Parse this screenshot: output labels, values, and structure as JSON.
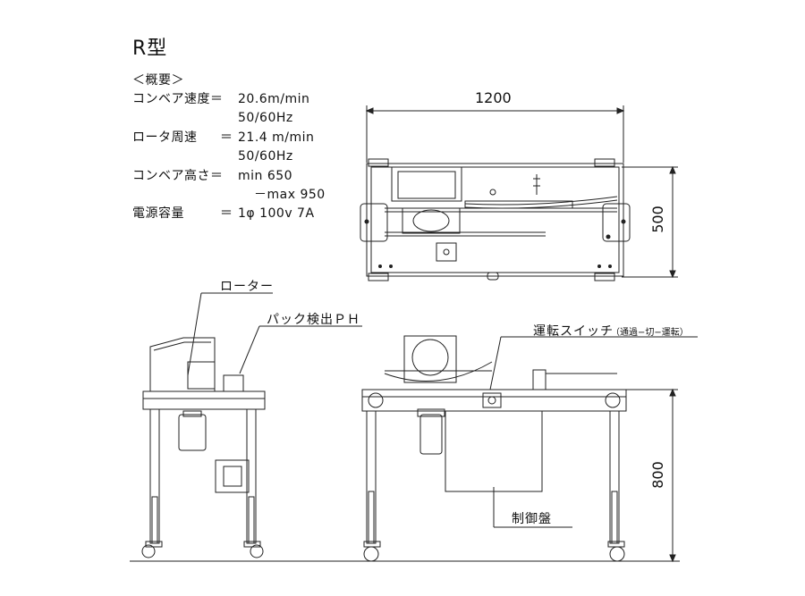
{
  "title": "R型",
  "specs": {
    "heading": "＜概要＞",
    "conveyor_speed_label": "コンベア速度＝",
    "conveyor_speed_value": "20.6m/min",
    "conveyor_speed_freq": "50/60Hz",
    "rotor_speed_label": "ロータ周速",
    "rotor_speed_eq": "＝",
    "rotor_speed_value": "21.4 m/min",
    "rotor_speed_freq": "50/60Hz",
    "conveyor_height_label": "コンベア高さ＝",
    "conveyor_height_min": "min 650",
    "conveyor_height_max": "－max 950",
    "power_label": "電源容量",
    "power_eq": "＝",
    "power_value": "1φ 100v 7A"
  },
  "dimensions": {
    "length": "1200",
    "width": "500",
    "height": "800"
  },
  "labels": {
    "rotor": "ローター",
    "pack_sensor": "パック検出ＰＨ",
    "switch": "運転スイッチ",
    "switch_detail": "（通過−切−運転）",
    "control_panel": "制御盤"
  }
}
